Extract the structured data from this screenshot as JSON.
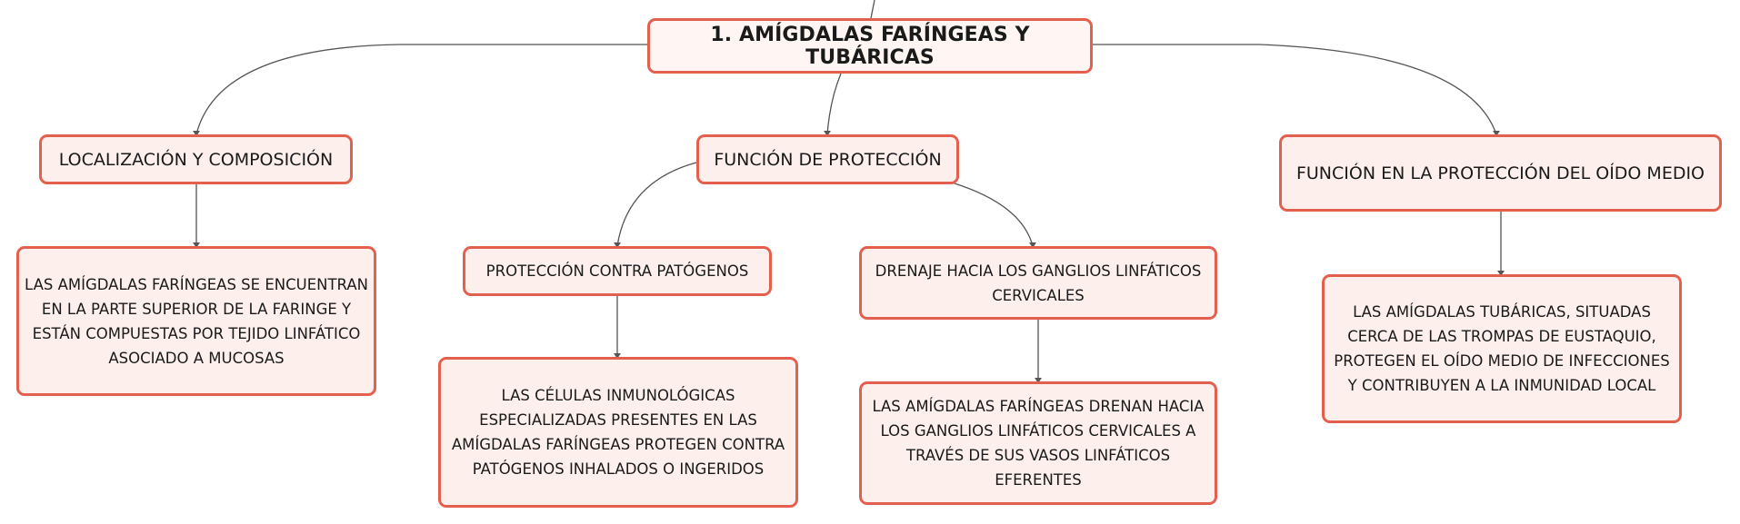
{
  "diagram": {
    "root": {
      "label": "1. AMÍGDALAS FARÍNGEAS Y TUBÁRICAS"
    },
    "branches": [
      {
        "label": "LOCALIZACIÓN Y COMPOSICIÓN",
        "detail": "LAS AMÍGDALAS FARÍNGEAS SE ENCUENTRAN EN LA PARTE SUPERIOR DE LA FARINGE Y ESTÁN COMPUESTAS POR TEJIDO LINFÁTICO ASOCIADO A MUCOSAS"
      },
      {
        "label": "FUNCIÓN DE PROTECCIÓN",
        "children": [
          {
            "label": "PROTECCIÓN CONTRA PATÓGENOS",
            "detail": "LAS CÉLULAS INMUNOLÓGICAS ESPECIALIZADAS PRESENTES EN LAS AMÍGDALAS FARÍNGEAS PROTEGEN CONTRA PATÓGENOS INHALADOS O INGERIDOS"
          },
          {
            "label": "DRENAJE HACIA LOS GANGLIOS LINFÁTICOS CERVICALES",
            "detail": "LAS AMÍGDALAS FARÍNGEAS DRENAN HACIA LOS GANGLIOS LINFÁTICOS CERVICALES A TRAVÉS DE SUS VASOS LINFÁTICOS EFERENTES"
          }
        ]
      },
      {
        "label": "FUNCIÓN EN LA PROTECCIÓN DEL OÍDO MEDIO",
        "detail": "LAS AMÍGDALAS TUBÁRICAS, SITUADAS CERCA DE LAS TROMPAS DE EUSTAQUIO, PROTEGEN EL OÍDO MEDIO DE INFECCIONES Y CONTRIBUYEN A LA INMUNIDAD LOCAL"
      }
    ]
  },
  "style": {
    "node_border": "#e4604e",
    "node_fill": "#fdf0ec",
    "connector": "#555555"
  }
}
